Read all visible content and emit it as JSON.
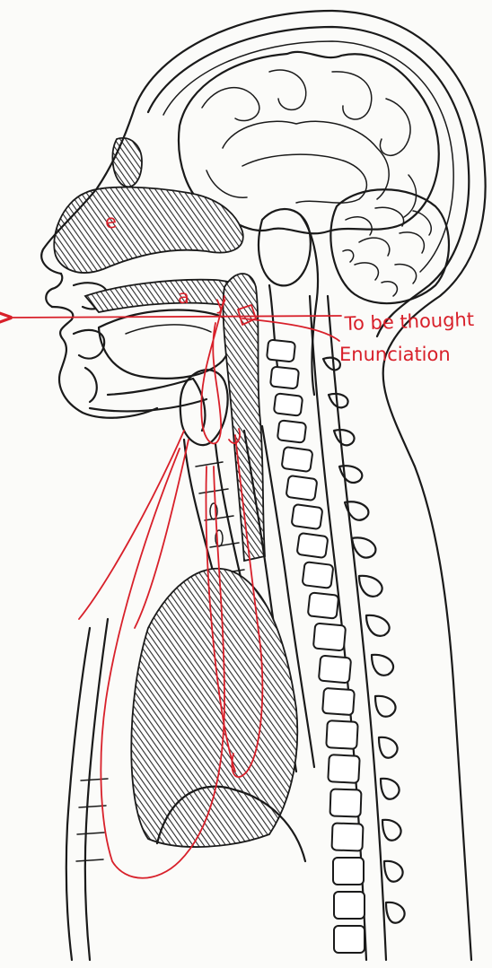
{
  "annotations": {
    "thought_label": "To be thought",
    "enunciation_label": "Enunciation",
    "handwriting_letters": [
      "e",
      "a",
      "y"
    ]
  },
  "colors": {
    "ink": "#1a1a1a",
    "annotation_red": "#d8202a",
    "paper": "#fbfbf9"
  }
}
